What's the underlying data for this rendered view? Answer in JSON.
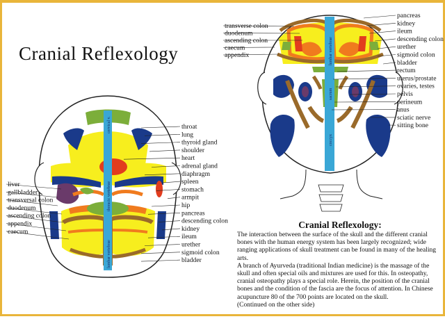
{
  "title": "Cranial  Reflexology",
  "colors": {
    "border": "#e9b53a",
    "spine": "#3aa7d6",
    "yellow": "#f7ee1e",
    "navy": "#1a3a8a",
    "green": "#7cae3a",
    "orange": "#f07b1e",
    "red": "#e23c1e",
    "brown": "#9a6a2a"
  },
  "left_head": {
    "vertebra_labels": [
      "cervical v.",
      "thoracic vertebrae",
      "lumbar vertebrae"
    ],
    "right_labels": [
      "throat",
      "lung",
      "thyroid gland",
      "shoulder",
      "heart",
      "adrenal gland",
      "diaphragm",
      "spleen",
      "stomach",
      "armpit",
      "hip",
      "pancreas",
      "descending colon",
      "kidney",
      "ileum",
      "urether",
      "sigmoid colon",
      "bladder"
    ],
    "left_labels": [
      "liver",
      "gallbladder",
      "transversal colon",
      "duodenum",
      "ascending colon",
      "appendix",
      "caecum"
    ]
  },
  "right_head": {
    "vertebra_labels": [
      "lumbar vertebrae",
      "sacrum",
      "coccyx"
    ],
    "left_labels": [
      "transverse colon",
      "duodenum",
      "ascending colon",
      "caecum",
      "appendix"
    ],
    "right_labels": [
      "pancreas",
      "kidney",
      "ileum",
      "descending colon",
      "urether",
      "sigmoid colon",
      "bladder",
      "rectum",
      "uterus/prostate",
      "ovaries, testes",
      "pelvis",
      "perineum",
      "anus",
      "sciatic nerve",
      "sitting bone"
    ]
  },
  "description": {
    "title": "Cranial Reflexology",
    "title_suffix": ":",
    "paragraphs": [
      "The interaction between the surface of the skull and the different cranial bones with the human energy system has been largely recognized; wide ranging applications of skull treatment can be found in many of the healing arts.",
      "A branch of Ayurveda (traditional Indian medicine) is the massage of the skull and often special oils and mixtures are used for this. In osteopathy, cranial osteopathy plays a special role. Herein, the position of the cranial bones and the condition of the fascia are the focus of attention. In Chinese acupuncture 80 of the 700 points are located on the skull.",
      "(Continued on the other side)"
    ]
  }
}
